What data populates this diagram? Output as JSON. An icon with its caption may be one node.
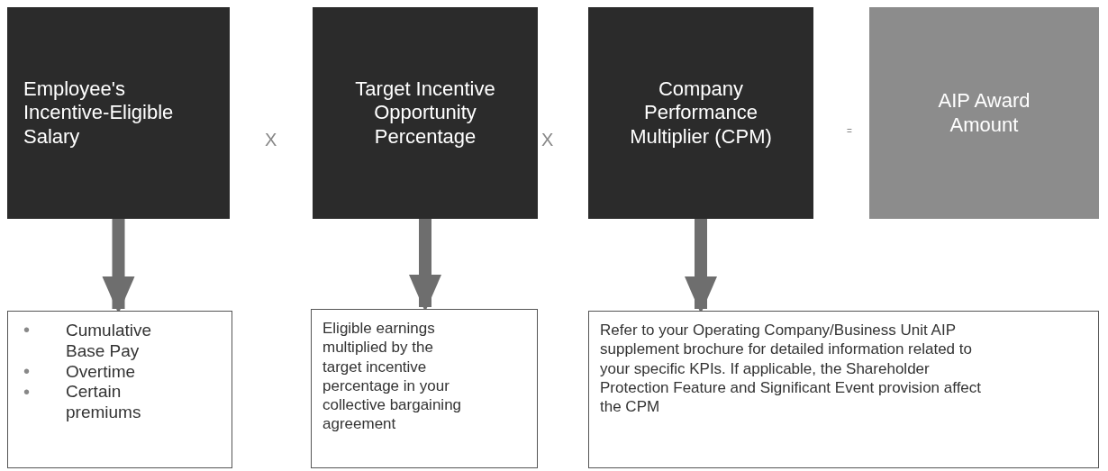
{
  "diagram": {
    "nodes": [
      {
        "text": [
          "Employee's Incentive-Eligible Salary"
        ]
      },
      {
        "text": [
          "Target Incentive Opportunity Percentage"
        ]
      },
      {
        "text": [
          "Company Performance Multiplier (CPM)"
        ]
      },
      {
        "text": [
          "AIP Award Amount"
        ]
      },
      {
        "text": [
          "Cumulative Base Pay",
          "Overtime",
          "Certain premiums"
        ]
      },
      {
        "text": [
          "Eligible earnings multiplied by the target incentive percentage in your collective bargaining agreement"
        ]
      },
      {
        "text": [
          "Refer to your Operating Company/Business Unit AIP supplement brochure for detailed information related to your specific KPIs. If applicable, the Shareholder Protection Feature and Significant Event provision affect the CPM"
        ]
      }
    ],
    "edges": [
      {
        "from": 0,
        "to": 4,
        "arrow": "to"
      },
      {
        "from": 1,
        "to": 5,
        "arrow": "to"
      },
      {
        "from": 2,
        "to": 6,
        "arrow": "to"
      }
    ],
    "labels": [
      "X",
      "X",
      "=",
      "•",
      "•",
      "•"
    ]
  }
}
